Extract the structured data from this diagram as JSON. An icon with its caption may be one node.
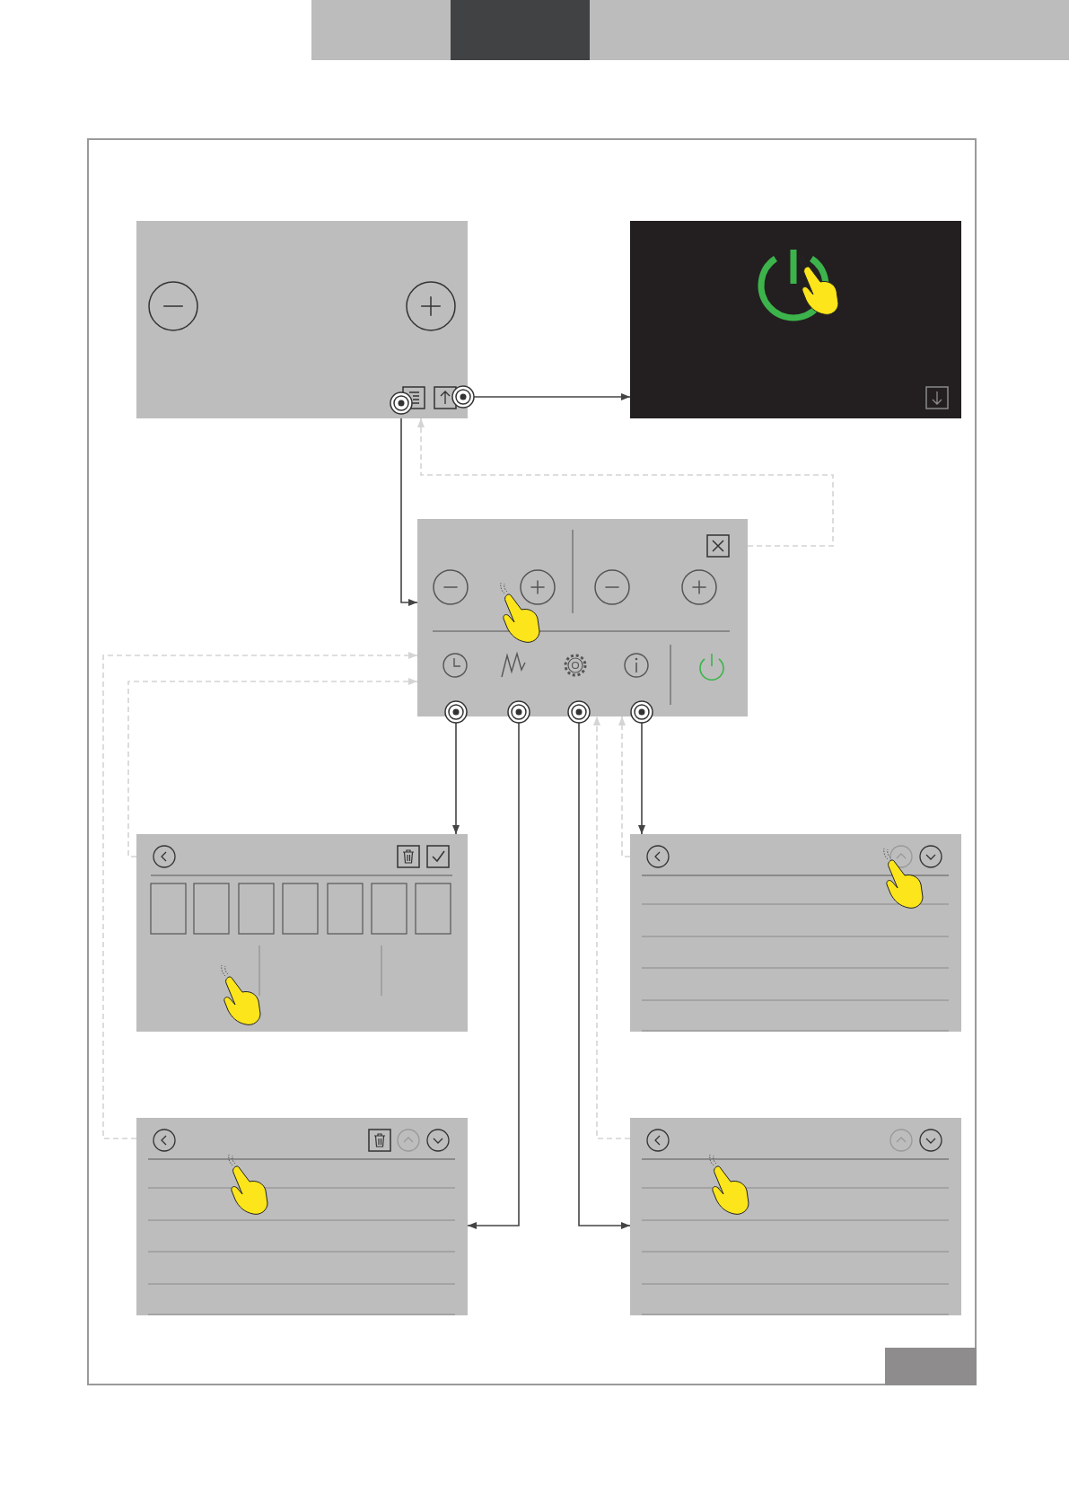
{
  "diagram": {
    "nodes": [
      {
        "text": [],
        "shape": "box"
      },
      {
        "text": [],
        "shape": "box"
      },
      {
        "text": [],
        "shape": "box"
      },
      {
        "text": [],
        "shape": "box"
      },
      {
        "text": [],
        "shape": "box"
      },
      {
        "text": [],
        "shape": "box"
      },
      {
        "text": [],
        "shape": "box"
      }
    ],
    "edges": [
      {
        "from": 0,
        "to": 1,
        "arrow": "to"
      },
      {
        "from": 0,
        "to": 2,
        "arrow": "to"
      },
      {
        "from": 2,
        "to": 3,
        "arrow": "to"
      },
      {
        "from": 2,
        "to": 5,
        "arrow": "to"
      },
      {
        "from": 2,
        "to": 6,
        "arrow": "to"
      },
      {
        "from": 2,
        "to": 4,
        "arrow": "to"
      },
      {
        "from": 2,
        "to": 0,
        "arrow": "to",
        "style": "dashed",
        "color": "#d4d4d4"
      },
      {
        "from": 3,
        "to": 2,
        "arrow": "to",
        "style": "dashed",
        "color": "#d4d4d4"
      },
      {
        "from": 5,
        "to": 2,
        "arrow": "to",
        "style": "dashed",
        "color": "#d4d4d4"
      },
      {
        "from": 4,
        "to": 2,
        "arrow": "to",
        "style": "dashed",
        "color": "#d4d4d4"
      },
      {
        "from": 6,
        "to": 2,
        "arrow": "to",
        "style": "dashed",
        "color": "#d4d4d4"
      }
    ]
  }
}
